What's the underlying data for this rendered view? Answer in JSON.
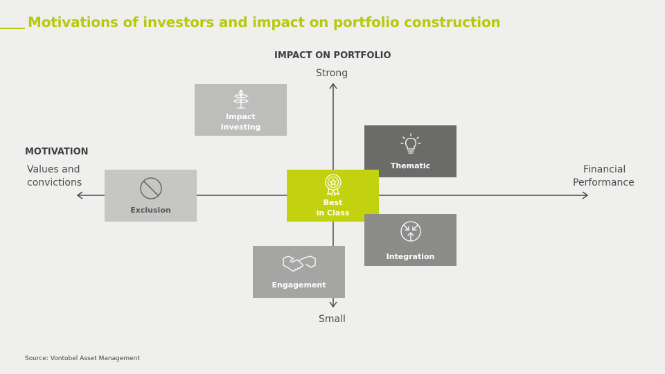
{
  "title": "Motivations of investors and impact on portfolio construction",
  "labels": {
    "impact_on_portfolio": "IMPACT ON PORTFOLIO",
    "strong": "Strong",
    "small": "Small",
    "motivation": "MOTIVATION",
    "values_line1": "Values and",
    "values_line2": "convictions",
    "financial_line1": "Financial",
    "financial_line2": "Performance"
  },
  "boxes": {
    "impact_investing": {
      "line1": "Impact",
      "line2": "Investing",
      "icon": "plant-icon"
    },
    "thematic": {
      "line1": "Thematic",
      "icon": "lightbulb-icon"
    },
    "exclusion": {
      "line1": "Exclusion",
      "icon": "prohibited-icon"
    },
    "best_in_class": {
      "line1": "Best",
      "line2": "in Class",
      "icon": "rosette-star-icon"
    },
    "integration": {
      "line1": "Integration",
      "icon": "converging-arrows-icon"
    },
    "engagement": {
      "line1": "Engagement",
      "icon": "handshake-icon"
    }
  },
  "colors": {
    "accent": "#b7c90e",
    "impact_investing": "#bdbdbc",
    "thematic": "#6b6b6a",
    "exclusion": "#c6c6c5",
    "best_in_class": "#c3d20e",
    "integration": "#8c8c8b",
    "engagement": "#a5a5a4"
  },
  "source": "Source: Vontobel Asset Management"
}
